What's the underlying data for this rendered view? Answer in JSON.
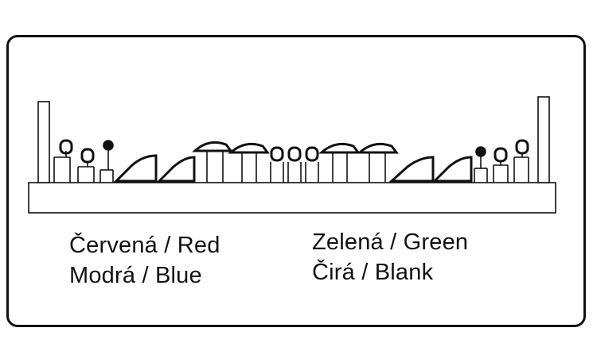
{
  "legend": {
    "red": "Červená / Red",
    "blue": "Modrá / Blue",
    "green": "Zelená / Green",
    "blank": "Čirá / Blank"
  }
}
